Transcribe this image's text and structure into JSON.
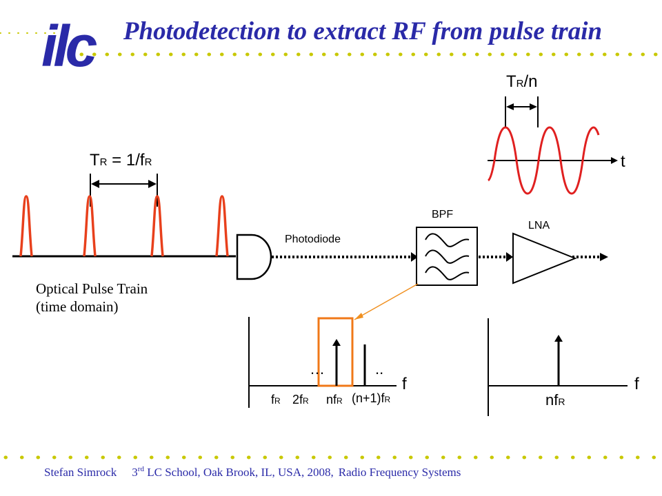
{
  "logo": {
    "text": "ilc"
  },
  "title": "Photodetection to extract RF from pulse train",
  "period_label": {
    "main": "T",
    "sub": "R",
    "rest": " = 1/f",
    "sub2": "R"
  },
  "rf_period_label": {
    "main": "T",
    "sub": "R",
    "rest": "/n"
  },
  "time_axis_label": "t",
  "bpf_label": "BPF",
  "lna_label": "LNA",
  "photodiode_label": "Photodiode",
  "pulse_caption": {
    "line1": "Optical Pulse Train",
    "line2": "(time domain)"
  },
  "spectrum1": {
    "axis_label": "f",
    "dots_left": "…",
    "dots_right": "..",
    "ticks": [
      {
        "main": "f",
        "sub": "R"
      },
      {
        "main": "2f",
        "sub": "R"
      },
      {
        "main": "nf",
        "sub": "R"
      },
      {
        "main": "(n+1)f",
        "sub": "R"
      }
    ]
  },
  "spectrum2": {
    "axis_label": "f",
    "tick": {
      "main": "nf",
      "sub": "R"
    }
  },
  "footer": {
    "author": "Stefan Simrock",
    "school_num": "3",
    "school_sup": "rd",
    "school_rest": " LC  School, Oak Brook, IL, USA, 2008,",
    "topic": "Radio Frequency Systems"
  },
  "colors": {
    "title_blue": "#2a2aa8",
    "pulse_red": "#e8401c",
    "sine_red": "#e02020",
    "dot_yellow": "#c8c800",
    "filter_orange": "#f07818",
    "text": "#000000"
  }
}
